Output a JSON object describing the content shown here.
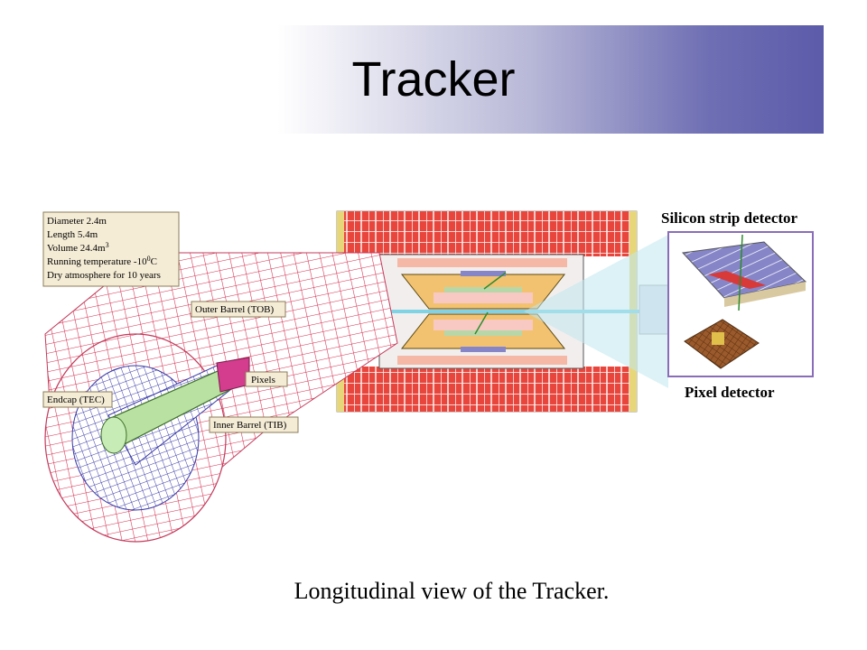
{
  "slide": {
    "title": "Tracker",
    "caption": "Longitudinal  view of the Tracker."
  },
  "figure": {
    "specs": [
      "Diameter 2.4m",
      "Length 5.4m",
      "Volume 24.4m",
      "Running temperature -10",
      "Dry atmosphere for 10 years"
    ],
    "specs_superscripts": {
      "volume": "3",
      "temperature": "0"
    },
    "specs_temperature_unit": "C",
    "labels": {
      "outer_barrel": "Outer Barrel (TOB)",
      "pixels": "Pixels",
      "endcap": "Endcap (TEC)",
      "inner_barrel": "Inner Barrel (TIB)",
      "silicon_strip": "Silicon strip detector",
      "pixel_detector": "Pixel detector"
    }
  }
}
